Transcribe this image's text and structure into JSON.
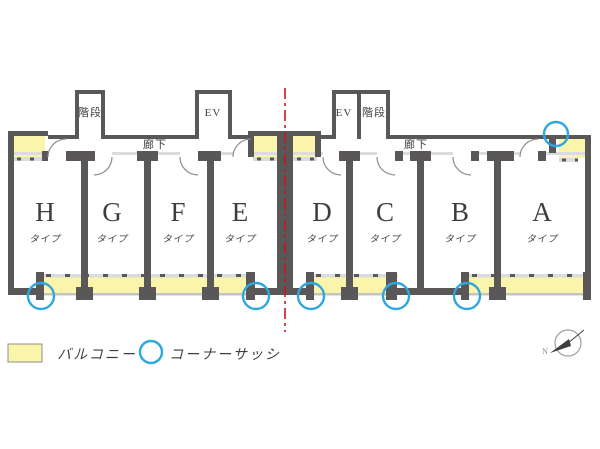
{
  "plan": {
    "stairs_left_label": "階段",
    "elevator_left_label": "EV",
    "elevator_right_label": "EV",
    "stairs_right_label": "階段",
    "corridor_left_label": "廊下",
    "corridor_right_label": "廊下",
    "units": [
      {
        "letter": "H",
        "type_label": "タイプ"
      },
      {
        "letter": "G",
        "type_label": "タイプ"
      },
      {
        "letter": "F",
        "type_label": "タイプ"
      },
      {
        "letter": "E",
        "type_label": "タイプ"
      },
      {
        "letter": "D",
        "type_label": "タイプ"
      },
      {
        "letter": "C",
        "type_label": "タイプ"
      },
      {
        "letter": "B",
        "type_label": "タイプ"
      },
      {
        "letter": "A",
        "type_label": "タイプ"
      }
    ]
  },
  "legend": {
    "balcony_label": "バルコニー",
    "corner_sash_label": "コーナーサッシ"
  },
  "compass": {
    "north_label": "N"
  },
  "colors": {
    "balcony_fill": "#FAF5AB",
    "wall_gray": "#595757",
    "corner_sash_blue": "#2EA7E0",
    "center_line_red": "#C9161D"
  }
}
